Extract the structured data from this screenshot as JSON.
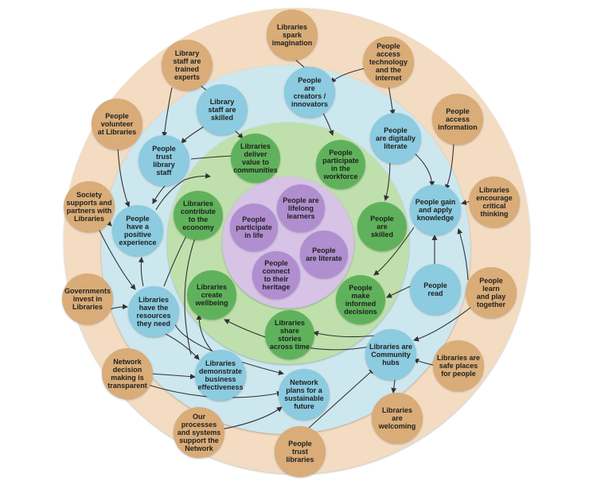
{
  "colors": {
    "ring_outer": "#f3dcc2",
    "ring_blue": "#cde7ef",
    "ring_green": "#bfe0ac",
    "ring_purple": "#d6c3e6",
    "node_tan": "#d9ac78",
    "node_blue": "#8ccbe0",
    "node_green": "#5fb25b",
    "node_purple": "#b08ecf",
    "arrow": "#333333"
  },
  "nodes": {
    "spark": "Libraries\nspark\nimagination",
    "access_tech": "People\naccess\ntechnology\nand the\ninternet",
    "trained": "Library\nstaff are\ntrained\nexperts",
    "access_info": "People\naccess\ninformation",
    "volunteer": "People\nvolunteer\nat Libraries",
    "society": "Society\nsupports and\npartners with\nLibraries",
    "encourage": "Libraries\nencourage\ncritical\nthinking",
    "governments": "Governments\ninvest in\nLibraries",
    "play": "People\nlearn\nand play\ntogether",
    "transparent": "Network\ndecision\nmaking is\ntransparent",
    "safe": "Libraries are\nsafe places\nfor people",
    "processes": "Our\nprocesses\nand systems\nsupport the\nNetwork",
    "welcoming": "Libraries\nare\nwelcoming",
    "trust_lib": "People\ntrust\nlibraries",
    "creators": "People\nare\ncreators /\ninnovators",
    "skilled_staff": "Library\nstaff are\nskilled",
    "digitally": "People\nare digitally\nliterate",
    "trust_staff": "People\ntrust\nlibrary\nstaff",
    "gain": "People gain\nand apply\nknowledge",
    "positive": "People\nhave a\npositive\nexperience",
    "read": "People\nread",
    "resources": "Libraries\nhave the\nresources\nthey need",
    "hubs": "Libraries are\nCommunity\nhubs",
    "demonstrate": "Libraries\ndemonstrate\nbusiness\neffectiveness",
    "network_plans": "Network\nplans for a\nsustainable\nfuture",
    "deliver": "Libraries\ndeliver\nvalue to\ncommunities",
    "workforce": "People\nparticipate\nin the\nworkforce",
    "contribute": "Libraries\ncontribute\nto the\neconomy",
    "are_skilled": "People\nare\nskilled",
    "wellbeing": "Libraries\ncreate\nwellbeing",
    "informed": "People\nmake\ninformed\ndecisions",
    "stories": "Libraries\nshare stories\nacross time",
    "lifelong": "People are\nlifelong\nlearners",
    "participate_life": "People\nparticipate\nin life",
    "literate": "People\nare literate",
    "heritage": "People\nconnect\nto their\nheritage"
  }
}
